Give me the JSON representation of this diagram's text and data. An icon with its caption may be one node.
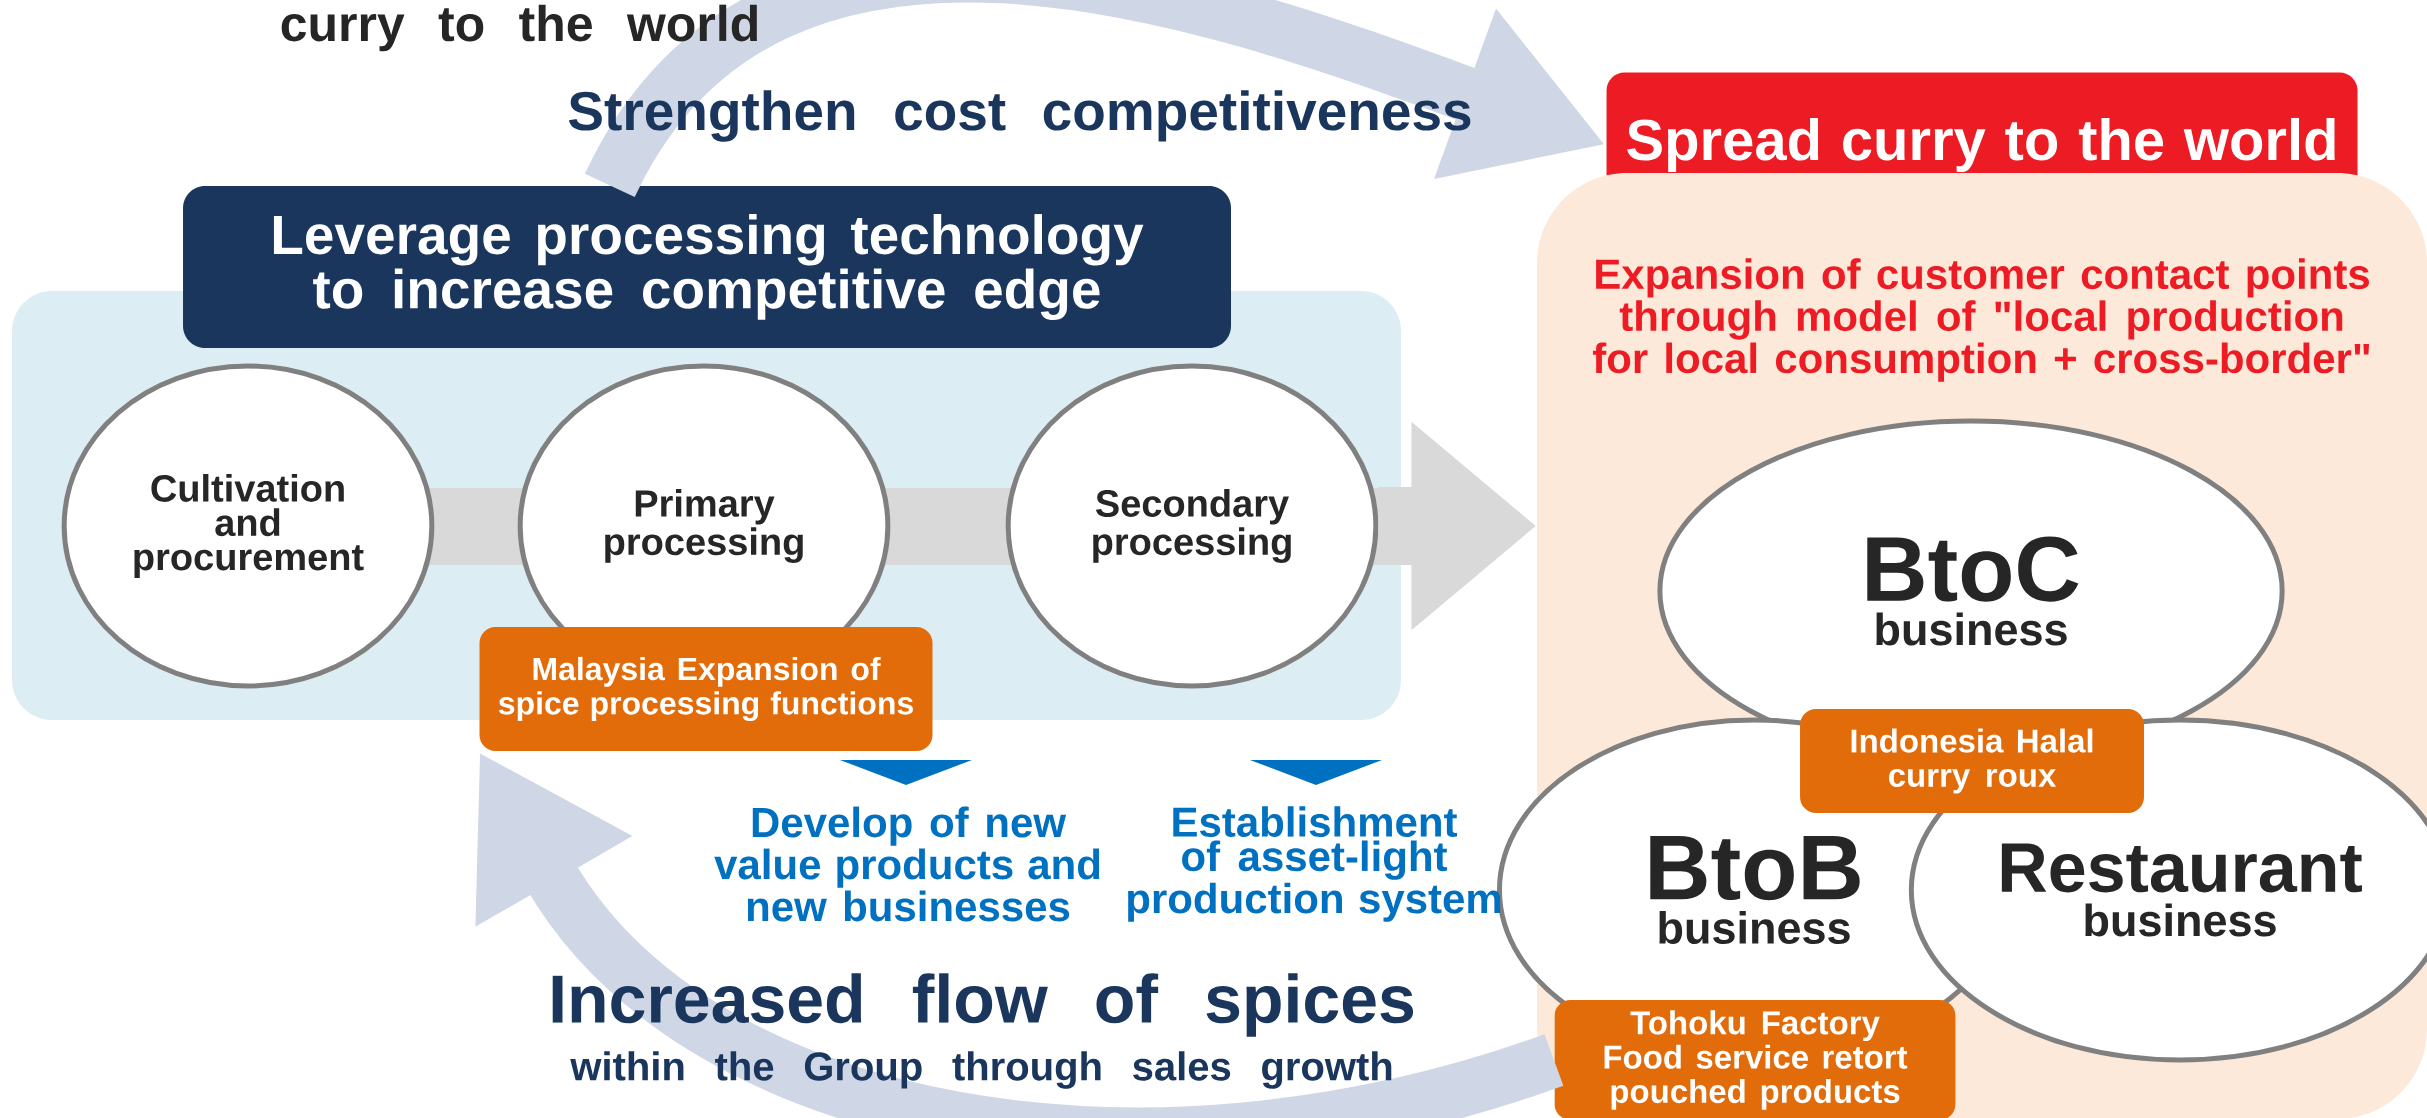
{
  "diagram": {
    "nodes": [
      {
        "text": [
          "Leverage processing technology to increase competitive edge"
        ]
      },
      {
        "text": [
          "Cultivation and procurement"
        ]
      },
      {
        "text": [
          "Primary processing"
        ]
      },
      {
        "text": [
          "Secondary processing"
        ]
      },
      {
        "text": [
          "Malaysia Expansion of spice processing functions"
        ]
      },
      {
        "text": [
          "Spread curry to the world"
        ]
      },
      {
        "text": [
          "Expansion of customer contact points through model of \"local production for local consumption + cross-border\""
        ]
      },
      {
        "text": [
          "BtoC",
          "business"
        ],
        "in": 6
      },
      {
        "text": [
          "BtoB",
          "business"
        ],
        "in": 6
      },
      {
        "text": [
          "Restaurant",
          "business"
        ],
        "in": 6
      },
      {
        "text": [
          "Indonesia Halal curry roux"
        ],
        "in": 6
      },
      {
        "text": [
          "Tohoku Factory Food service retort pouched products"
        ],
        "in": 6
      }
    ],
    "edges": [
      {
        "from": 0,
        "to": 5,
        "arrow": "to"
      },
      {
        "from": 11,
        "to": 4,
        "arrow": "to"
      },
      {
        "from": 3,
        "to": 6,
        "arrow": "to",
        "color": "#d9d9d9"
      }
    ],
    "labels": [
      "curry to the world",
      "Strengthen cost competitiveness",
      "Develop of new value products and new businesses",
      "Establishment of asset-light production system",
      "Increased flow of spices",
      "within the Group through sales growth"
    ]
  }
}
